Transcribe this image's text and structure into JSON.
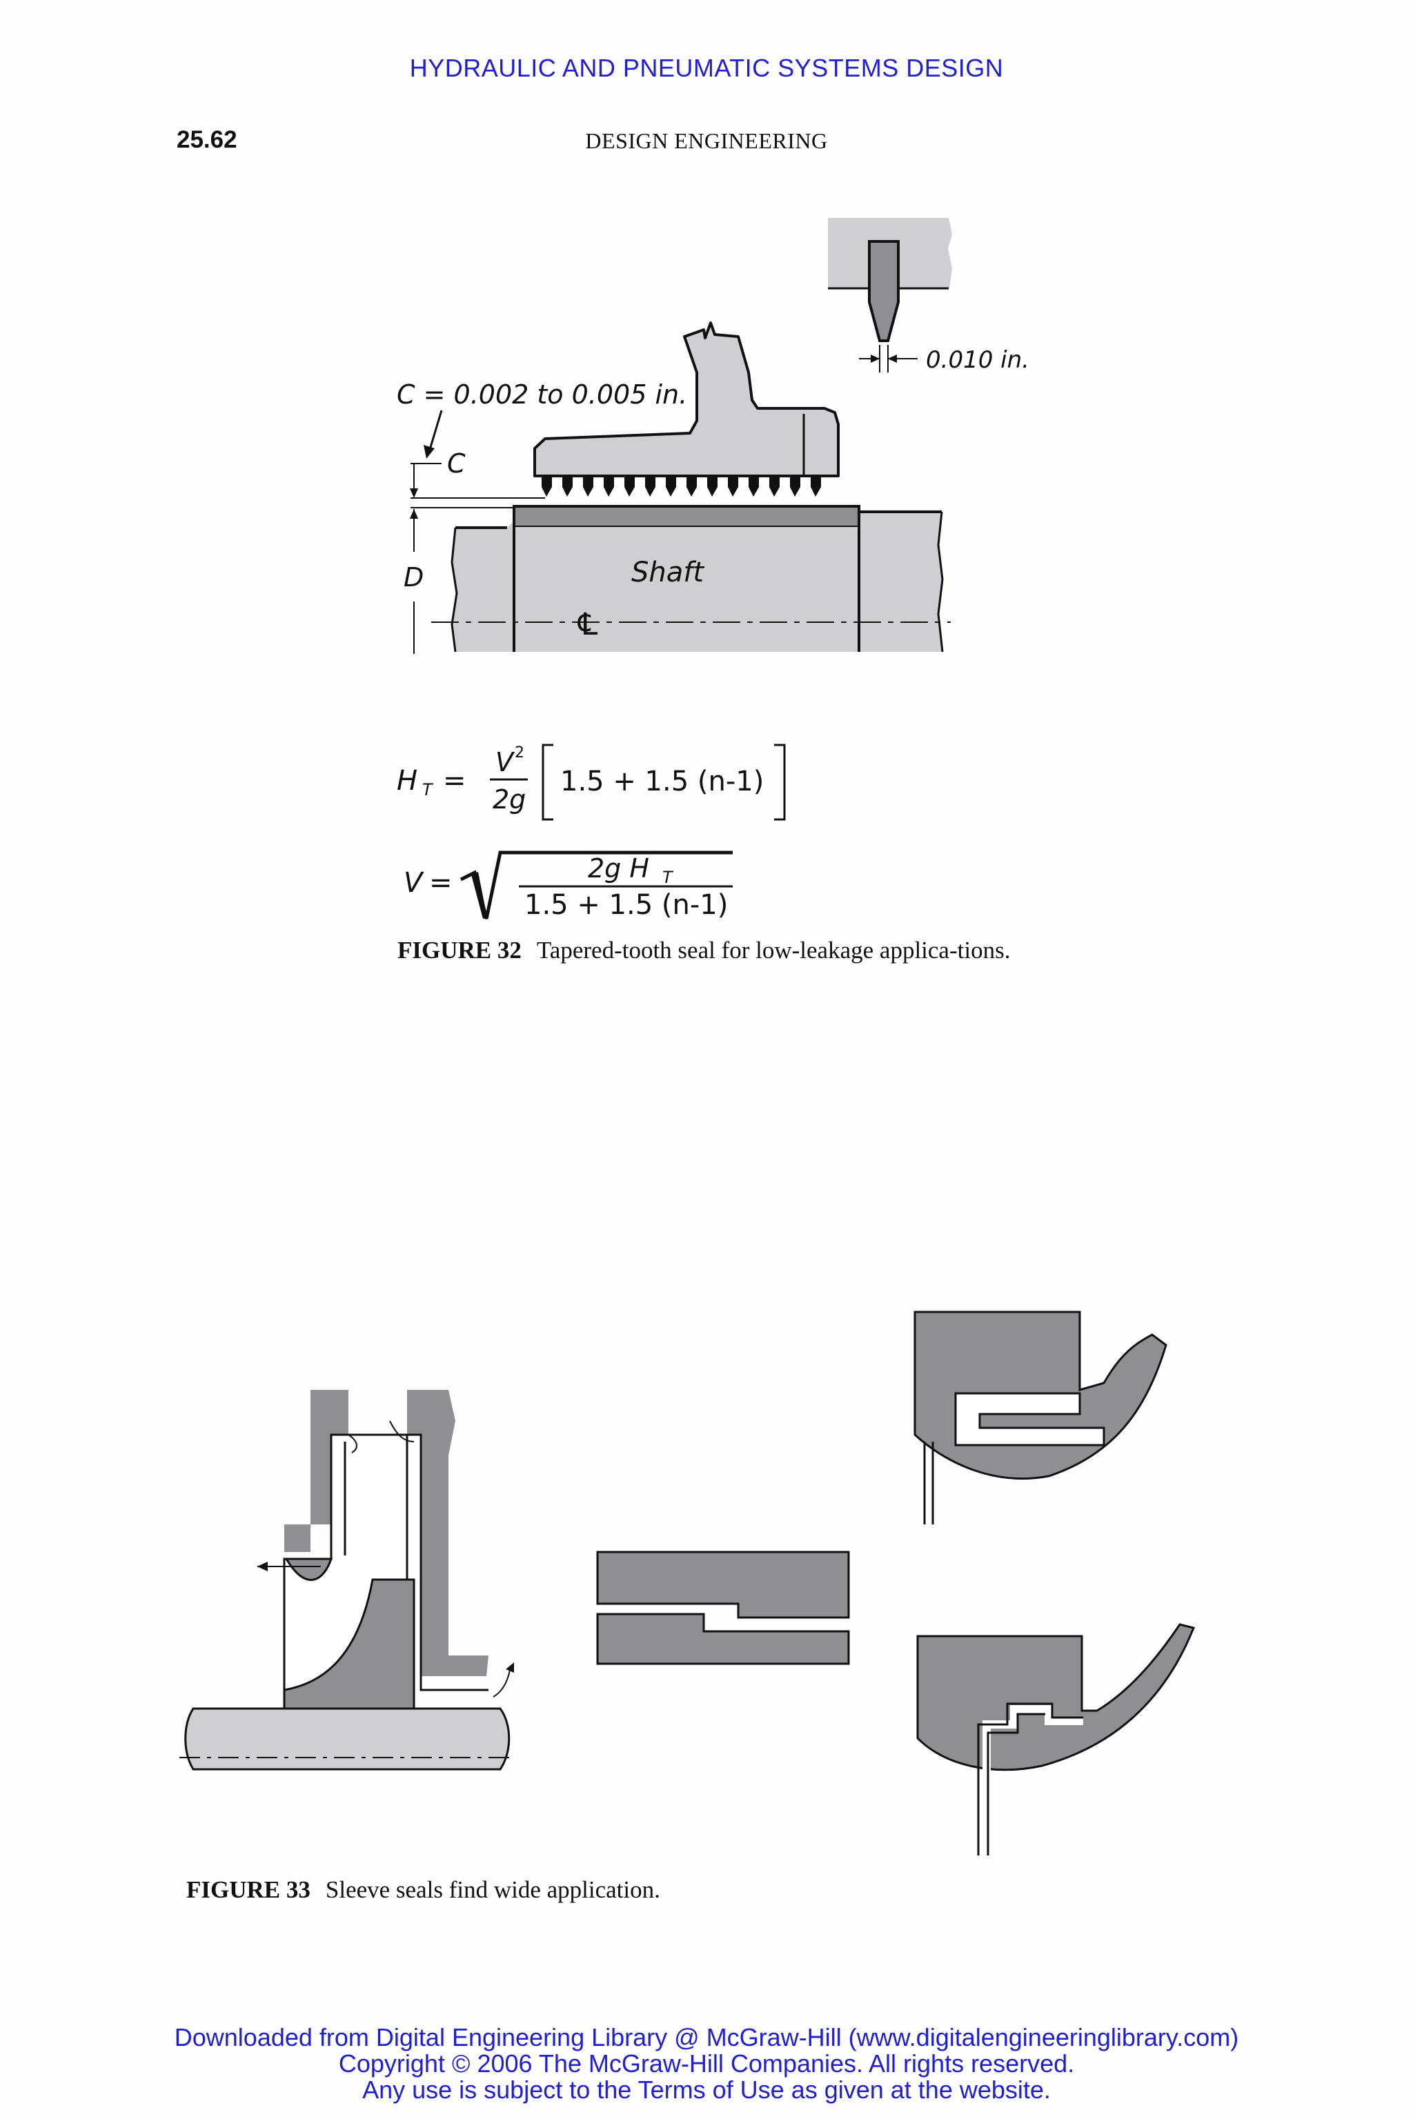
{
  "header": {
    "running_title": "HYDRAULIC AND PNEUMATIC SYSTEMS DESIGN",
    "page_number": "25.62",
    "section_title": "DESIGN ENGINEERING"
  },
  "figure32": {
    "drawing_labels": {
      "clearance_range": "C = 0.002 to 0.005 in.",
      "clearance_symbol": "C",
      "tooth_tip": "0.010 in.",
      "diameter_symbol": "D",
      "shaft": "Shaft",
      "centerline": "℄"
    },
    "equations": {
      "eq1_lhs": "H",
      "eq1_lhs_sub": "T",
      "eq1_num": "V",
      "eq1_num_sup": "2",
      "eq1_den": "2g",
      "eq1_bracket": "1.5 + 1.5 (n-1)",
      "eq2_lhs": "V",
      "eq2_num": "2g  H",
      "eq2_num_sub": "T",
      "eq2_den": "1.5 + 1.5 (n-1)"
    },
    "caption_label": "FIGURE 32",
    "caption_text": "Tapered-tooth seal for low-leakage applica-tions."
  },
  "figure33": {
    "caption_label": "FIGURE 33",
    "caption_text": "Sleeve seals find wide application."
  },
  "footer": {
    "line1": "Downloaded from Digital Engineering Library @ McGraw-Hill (www.digitalengineeringlibrary.com)",
    "line2": "Copyright © 2006 The McGraw-Hill Companies. All rights reserved.",
    "line3": "Any use is subject to the Terms of Use as given at the website."
  },
  "colors": {
    "link_blue": "#1f1fcf",
    "seal_dark_gray": "#8f8f93",
    "light_gray": "#cfcfd3"
  }
}
